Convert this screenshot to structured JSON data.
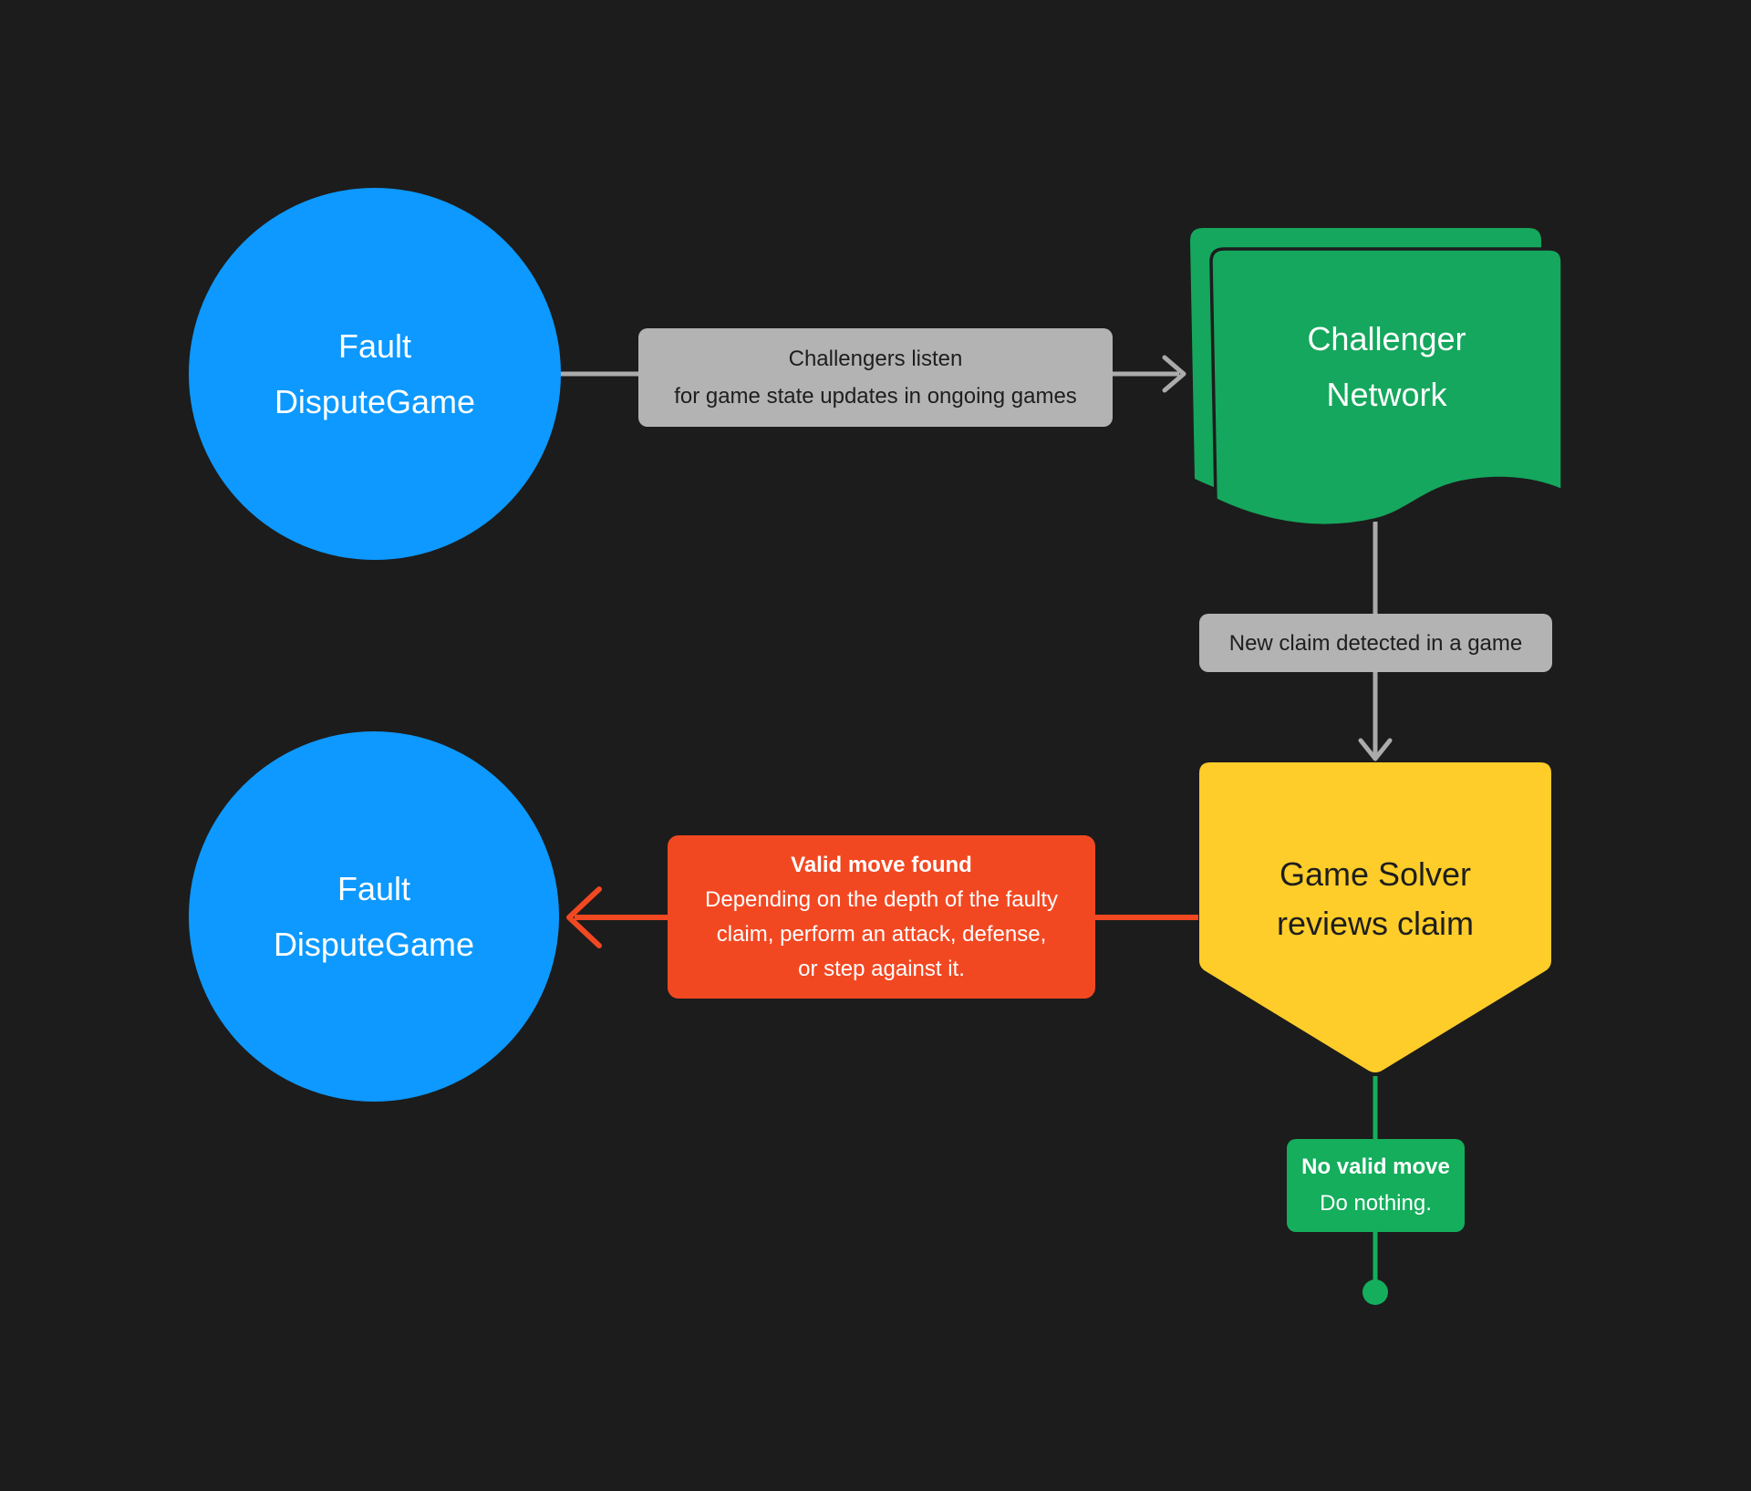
{
  "diagram": {
    "background_color": "#1c1c1c",
    "colors": {
      "blue": "#0d99ff",
      "green": "#15a75d",
      "accent_green": "#14ae5c",
      "yellow": "#ffcd29",
      "red": "#f24822",
      "gray_label": "#b3b3b3",
      "connector_gray": "#ababab",
      "text_dark": "#1e1e1e",
      "text_light": "#ffffff"
    },
    "nodes": {
      "fault_dispute_game_top": {
        "shape": "circle",
        "line1": "Fault",
        "line2": "DisputeGame"
      },
      "challenger_network": {
        "shape": "document",
        "line1": "Challenger",
        "line2": "Network"
      },
      "game_solver": {
        "shape": "pentagon-down",
        "line1": "Game Solver",
        "line2": "reviews claim"
      },
      "fault_dispute_game_bottom": {
        "shape": "circle",
        "line1": "Fault",
        "line2": "DisputeGame"
      }
    },
    "edge_labels": {
      "listen": {
        "line1": "Challengers listen",
        "line2": "for game state updates in ongoing games"
      },
      "new_claim": {
        "text": "New claim detected in a game"
      },
      "valid_move": {
        "title": "Valid move found",
        "body": "Depending on the depth of the faulty\nclaim, perform an attack, defense,\nor step against it."
      },
      "no_valid_move": {
        "title": "No valid move",
        "body": "Do nothing."
      }
    }
  }
}
